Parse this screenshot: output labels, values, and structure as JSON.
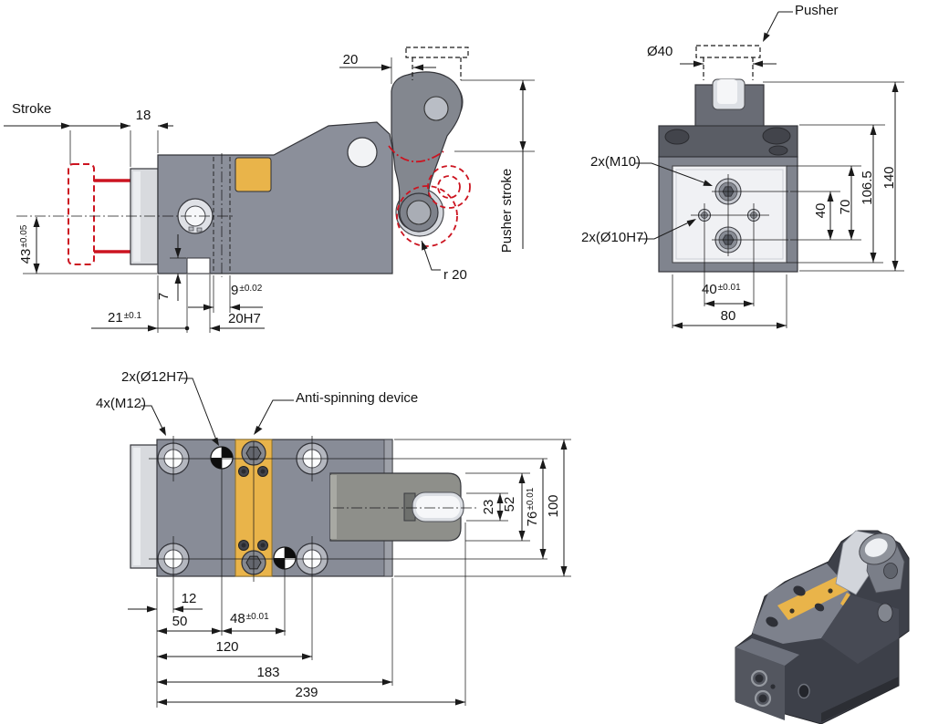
{
  "title": "Cam unit technical drawing with three orthographic views and 3D isometric view",
  "colors": {
    "accent_yellow": "#e9b44a",
    "ghost_red": "#cc1420",
    "body_gray": "#8b8f9a",
    "body_dark": "#595c64",
    "panel_light": "#f0f1f4",
    "roller_light": "#f5f6f8",
    "line": "#1a1a1a"
  },
  "views": {
    "side": {
      "labels": {
        "stroke": "Stroke",
        "pusher_stroke": "Pusher stroke",
        "radius": "r 20"
      },
      "dims": {
        "plate_18": "18",
        "offset_20": "20",
        "height_43": {
          "main": "43",
          "tol": "±0.05"
        },
        "depth_7": "7",
        "keyway_9": {
          "main": "9",
          "tol": "±0.02"
        },
        "offset_21": {
          "main": "21",
          "tol": "±0.1"
        },
        "slot_20h7": "20H7"
      }
    },
    "front": {
      "labels": {
        "pusher": "Pusher",
        "thread_holes": "2x(M10)",
        "dowel_holes": "2x(Ø10H7)"
      },
      "dims": {
        "pusher_dia": "Ø40",
        "hole_spacing_v": "40",
        "height_70": "70",
        "height_106_5": "106.5",
        "height_140": "140",
        "hole_spacing_h": {
          "main": "40",
          "tol": "±0.01"
        },
        "width_80": "80"
      }
    },
    "plan": {
      "labels": {
        "dowel_holes": "2x(Ø12H7)",
        "thread_holes": "4x(M12)",
        "anti_spin": "Anti-spinning device"
      },
      "dims": {
        "roller_23": "23",
        "arm_52": "52",
        "spacing_76": {
          "main": "76",
          "tol": "±0.01"
        },
        "width_100": "100",
        "edge_12": "12",
        "pos_50": "50",
        "spacing_48": {
          "main": "48",
          "tol": "±0.01"
        },
        "pos_120": "120",
        "pos_183": "183",
        "length_239": "239"
      }
    }
  }
}
